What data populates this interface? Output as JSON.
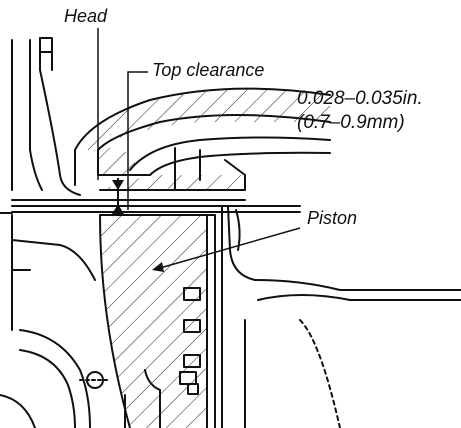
{
  "labels": {
    "head": "Head",
    "top_clearance": "Top clearance",
    "spec_in": "0.028–0.035in.",
    "spec_mm": "(0.7–0.9mm)",
    "piston": "Piston"
  }
}
